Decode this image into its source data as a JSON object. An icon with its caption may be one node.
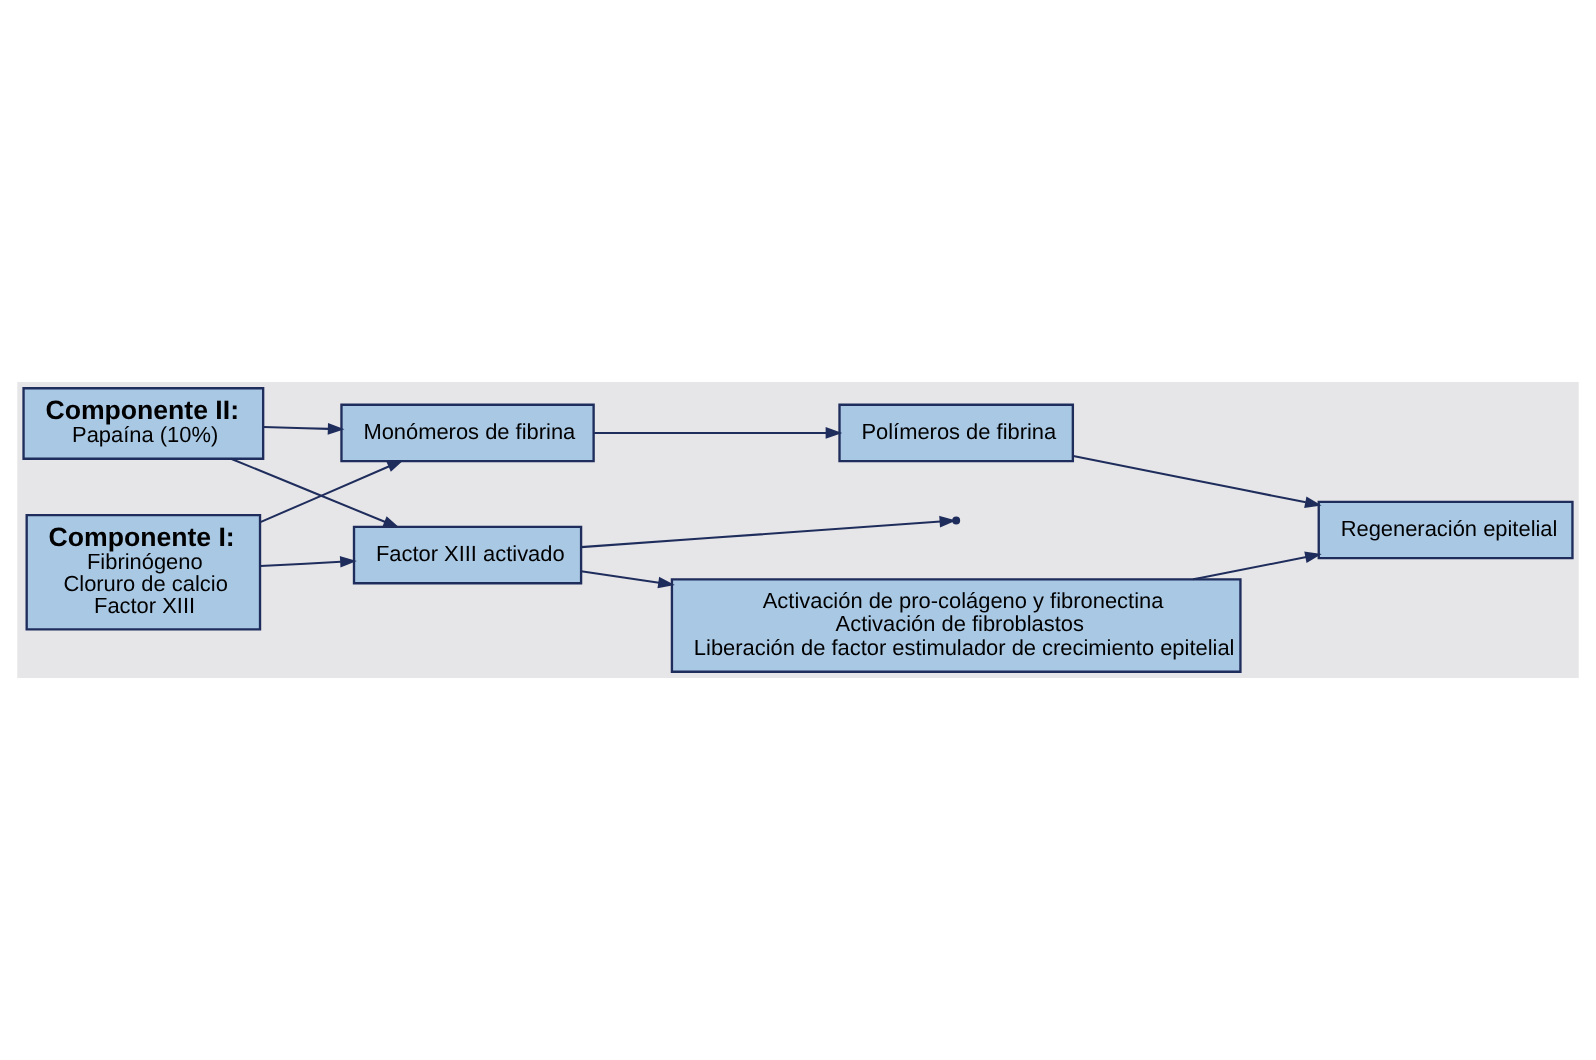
{
  "diagram": {
    "nodes": [
      {
        "text": [
          "Componente II:",
          "Papaína (10%)"
        ]
      },
      {
        "text": [
          "Monómeros de fibrina"
        ]
      },
      {
        "text": [
          "Polímeros de fibrina"
        ]
      },
      {
        "text": [
          "Componente I:",
          "Fibrinógeno",
          "Cloruro de calcio",
          "Factor XIII"
        ]
      },
      {
        "text": [
          "Factor XIII activado"
        ]
      },
      {
        "text": [
          "Activación de pro-colágeno y fibronectina",
          "Activación de fibroblastos",
          "Liberación de factor estimulador de crecimiento epitelial"
        ]
      },
      {
        "text": [
          "Regeneración epitelial"
        ]
      }
    ],
    "edges": [
      {
        "from": 0,
        "to": 1,
        "arrow": "to"
      },
      {
        "from": 3,
        "to": 1,
        "arrow": "to"
      },
      {
        "from": 0,
        "to": 4,
        "arrow": "to"
      },
      {
        "from": 3,
        "to": 4,
        "arrow": "to"
      },
      {
        "from": 1,
        "to": 2,
        "arrow": "to"
      },
      {
        "from": 4,
        "to": null,
        "arrow": "to"
      },
      {
        "from": 2,
        "to": 6,
        "arrow": "to"
      },
      {
        "from": 4,
        "to": 5,
        "arrow": "to"
      },
      {
        "from": 5,
        "to": 6,
        "arrow": "to"
      }
    ]
  }
}
